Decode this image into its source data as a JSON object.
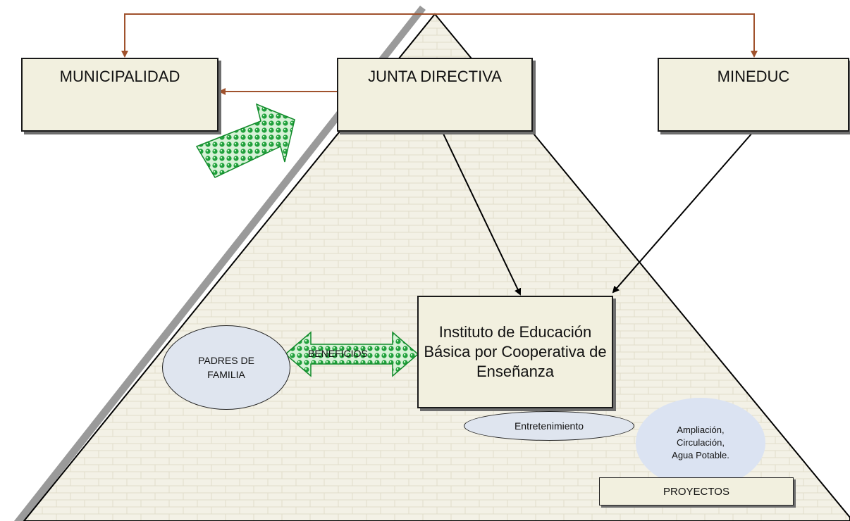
{
  "nodes": {
    "municipalidad": "MUNICIPALIDAD",
    "junta_directiva": "JUNTA DIRECTIVA",
    "mineduc": "MINEDUC",
    "instituto": "Instituto de Educación Básica por Cooperativa de Enseñanza",
    "padres_de_familia": "PADRES DE FAMILIA",
    "beneficios": "BENEFICIOS",
    "entretenimiento": "Entretenimiento",
    "proyectos_detalle": "Ampliación, Circulación, Agua Potable.",
    "proyectos": "PROYECTOS"
  },
  "colors": {
    "box_fill": "#f2f0df",
    "connector_brown": "#a0522d",
    "arrow_green": "#1f9a3a",
    "ellipse_fill": "#dfe5ef",
    "brick_background": "#f3f1e6"
  },
  "edges": [
    {
      "from": "junta_directiva",
      "to": "municipalidad",
      "style": "brown-elbow"
    },
    {
      "from": "junta_directiva",
      "to": "mineduc",
      "style": "brown-elbow"
    },
    {
      "from": "junta_directiva",
      "to": "municipalidad",
      "style": "brown-straight"
    },
    {
      "from": "junta_directiva",
      "to": "instituto",
      "style": "black"
    },
    {
      "from": "mineduc",
      "to": "instituto",
      "style": "black"
    },
    {
      "from": "padres_de_familia",
      "to": "instituto",
      "style": "green-double",
      "label": "BENEFICIOS"
    }
  ]
}
